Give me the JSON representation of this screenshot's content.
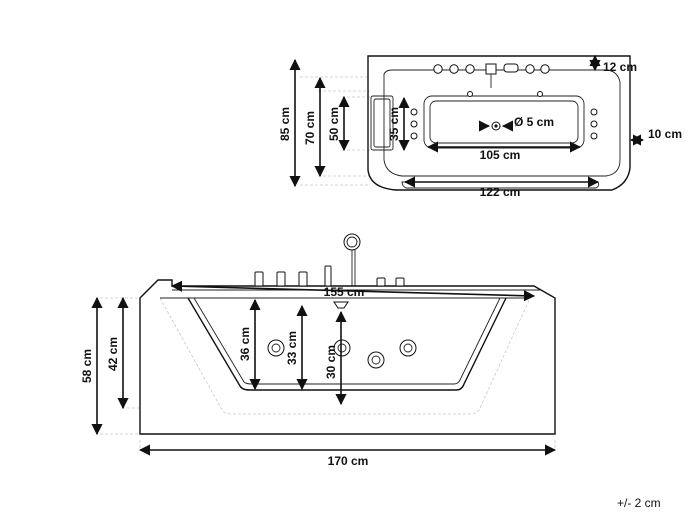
{
  "top_view": {
    "dims": {
      "outer_length": "85 cm",
      "inner_length": "70 cm",
      "basin_length": "50 cm",
      "pillow": "35 cm",
      "drain": "Ø 5 cm",
      "rim_top": "12 cm",
      "rim_side": "10 cm",
      "basin_width": "105 cm",
      "bottom_width": "122 cm"
    }
  },
  "front_view": {
    "dims": {
      "rim_width": "155 cm",
      "depth_inner": "36 cm",
      "depth_mid": "33 cm",
      "depth_center": "30 cm",
      "height_total": "58 cm",
      "height_inner": "42 cm",
      "overall_length": "170 cm"
    }
  },
  "tolerance": "+/- 2 cm"
}
